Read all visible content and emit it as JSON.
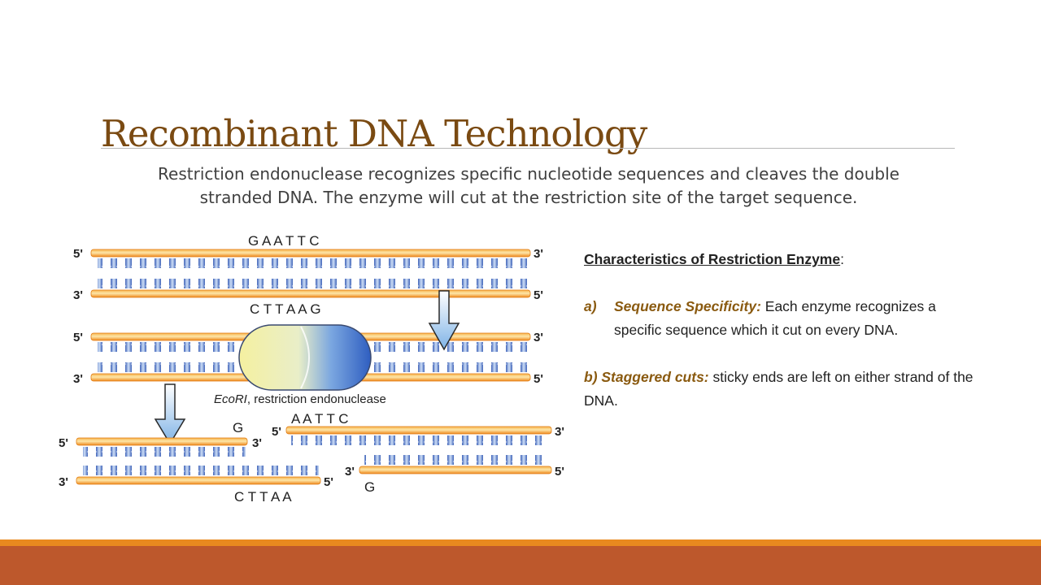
{
  "slide": {
    "title": "Recombinant DNA Technology",
    "subtitle_line1": "Restriction endonuclease recognizes specific nucleotide sequences and cleaves the double",
    "subtitle_line2": "stranded DNA. The enzyme will cut at the restriction site of the target sequence."
  },
  "figure": {
    "strand1": {
      "top_seq": "G A A T T C",
      "bottom_seq": "C T T A A G",
      "l5": "5'",
      "l3": "3'",
      "r3": "3'",
      "r5": "5'"
    },
    "strand2": {
      "l5": "5'",
      "l3": "3'",
      "r3": "3'",
      "r5": "5'"
    },
    "enzyme_prefix": "EcoRI",
    "enzyme_suffix": ", restriction endonuclease",
    "cut_left": {
      "top_base": "G",
      "bottom_seq": "C T T A A",
      "l5": "5'",
      "l3": "3'",
      "r3": "3'",
      "r5": "5'"
    },
    "cut_right": {
      "top_seq": "A A T T C",
      "bottom_base": "G",
      "l5": "5'",
      "l3": "3'",
      "r3": "3'",
      "r5": "5'"
    }
  },
  "characteristics": {
    "heading": "Characteristics of Restriction Enzyme",
    "heading_colon": ":",
    "item_a_marker": "a)",
    "item_a_title": "Sequence Specificity:",
    "item_a_text": " Each enzyme recognizes a specific sequence which it cut on every DNA.",
    "item_b_title": "b) Staggered cuts:",
    "item_b_text": " sticky ends are left on either strand of the DNA."
  },
  "colors": {
    "title": "#7a4a12",
    "accent_orange": "#e8891f",
    "footer_rust": "#bd582c",
    "strand_orange": "#f39c2a",
    "base_blue": "#4a72c4",
    "arrow_blue": "#7fb3e6"
  }
}
